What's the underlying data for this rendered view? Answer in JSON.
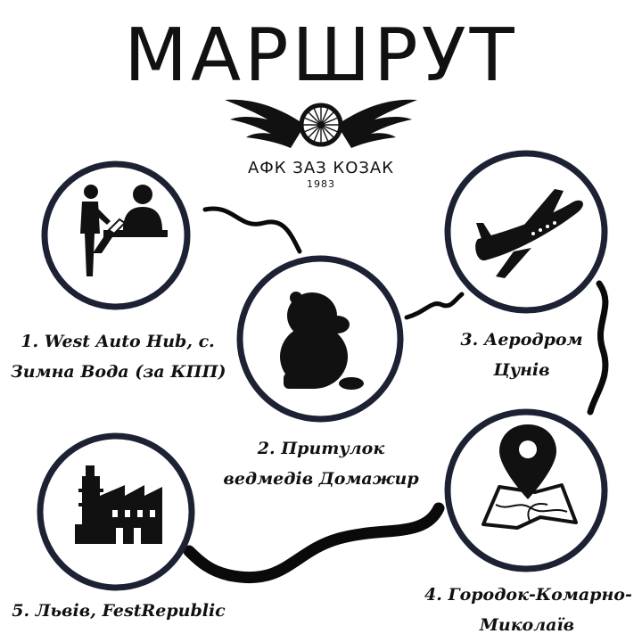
{
  "title": "МАРШРУТ",
  "brand": {
    "name": "АФК ЗАЗ КОЗАК",
    "year": "1983",
    "logo_icon": "winged-wheel-icon"
  },
  "colors": {
    "ink": "#111111",
    "circle_stroke": "#1c2233",
    "background": "#ffffff"
  },
  "stops": [
    {
      "icon": "handshake-deal-icon",
      "label_lines": [
        "1. West Auto Hub, с.",
        "Зимна Вода (за КПП)"
      ]
    },
    {
      "icon": "bear-icon",
      "label_lines": [
        "2. Притулок",
        "ведмедів Домажир"
      ]
    },
    {
      "icon": "airplane-icon",
      "label_lines": [
        "3. Аеродром",
        "Цунів"
      ]
    },
    {
      "icon": "map-pin-icon",
      "label_lines": [
        "4. Городок-Комарно-",
        "Миколаїв"
      ]
    },
    {
      "icon": "factory-icon",
      "label_lines": [
        "5. Львів, FestRepublic"
      ]
    }
  ]
}
